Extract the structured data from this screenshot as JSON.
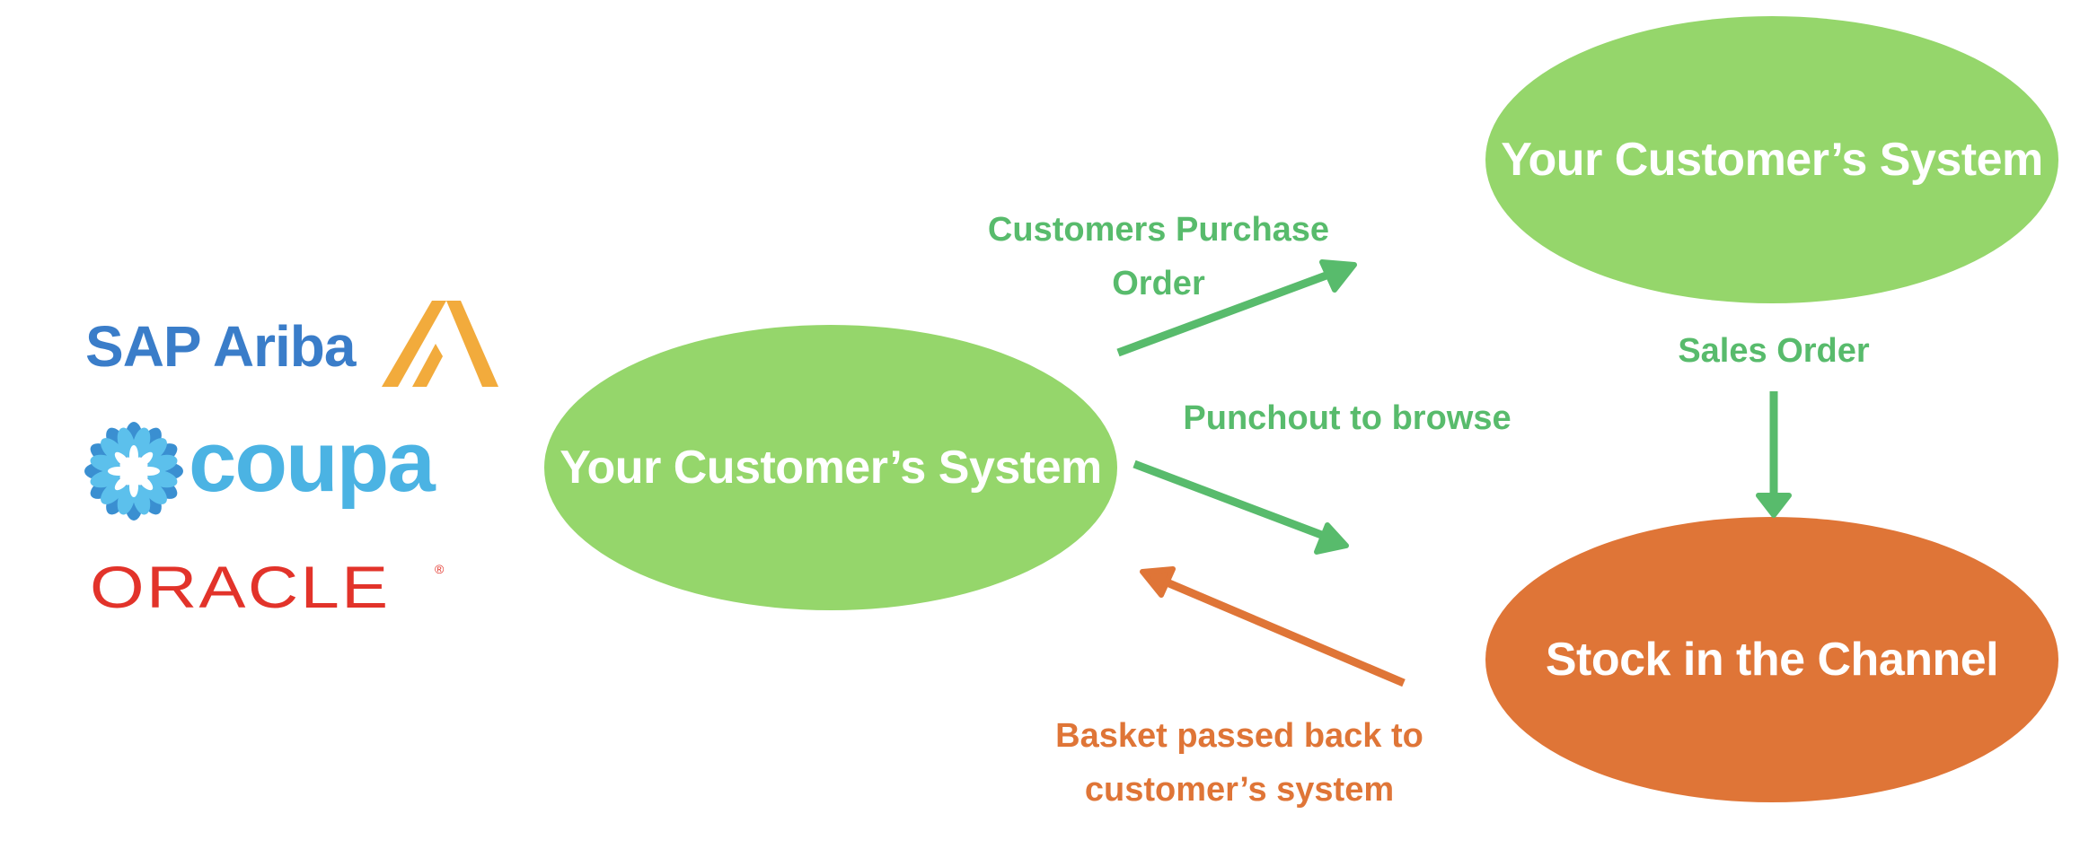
{
  "colors": {
    "node_green": "#95d66b",
    "node_orange": "#df7537",
    "arrow_green": "#58bb6c",
    "arrow_orange": "#df7537",
    "sap_blue": "#3a7dc9",
    "ariba_gold": "#f2ab3c",
    "coupa_blue": "#4bb3e3",
    "oracle_red": "#e2332a"
  },
  "logos": {
    "sap_ariba": "SAP Ariba",
    "coupa": "coupa",
    "oracle": "ORACLE",
    "oracle_mark": "®"
  },
  "nodes": {
    "left": "Your Customer’s System",
    "top_right": "Your Customer’s System",
    "bottom_right": "Stock in the Channel"
  },
  "edges": {
    "purchase_order": {
      "line1": "Customers Purchase",
      "line2": "Order"
    },
    "punchout": "Punchout to browse",
    "sales_order": "Sales Order",
    "basket": {
      "line1": "Basket passed back to",
      "line2": "customer’s system"
    }
  }
}
